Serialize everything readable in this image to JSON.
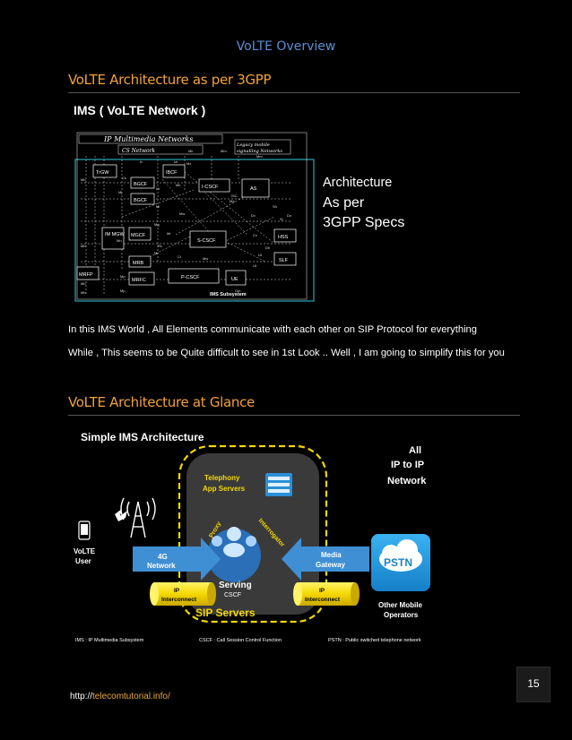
{
  "header": {
    "running_title": "VoLTE Overview"
  },
  "section1": {
    "heading": "VoLTE Architecture as per 3GPP",
    "figure": {
      "title": "IMS ( VoLTE Network )",
      "outer_label": "IP Multimedia Networks",
      "cs_label": "CS Network",
      "legacy_label_1": "Legacy mobile",
      "legacy_label_2": "signalling Networks",
      "nodes": [
        "TrGW",
        "IBCF",
        "BGCF",
        "BGCF",
        "I-CSCF",
        "AS",
        "IM MGW",
        "MGCF",
        "S-CSCF",
        "HSS",
        "SLF",
        "MRB",
        "MRFC",
        "P-CSCF",
        "UE",
        "MRFP"
      ],
      "ref_points": [
        "Mb",
        "Mb",
        "Mb",
        "Mb",
        "Mx",
        "Ix",
        "Mk",
        "Mk",
        "Mm",
        "Mm",
        "Mj",
        "Mi",
        "Mg",
        "Mw",
        "Mw",
        "Mr",
        "Mr",
        "Mp",
        "Gm",
        "Ut",
        "Sh",
        "Cx",
        "Dx",
        "Dh",
        "Rc",
        "Ma",
        "Ici",
        "Izi",
        "Cr",
        "Mn",
        "Mp",
        "Cs",
        "ISC",
        "Si",
        "Ut",
        "Dx"
      ],
      "subsystem_label": "IMS Subsystem",
      "annotation": [
        "Architecture",
        "As per",
        "3GPP Specs"
      ]
    },
    "paragraphs": [
      "In this IMS World , All Elements communicate with each other on SIP Protocol for everything",
      "While , This seems to be Quite difficult to see in 1st Look .. Well , I am going to simplify this for you"
    ]
  },
  "section2": {
    "heading": "VoLTE Architecture at Glance",
    "figure": {
      "title": "Simple IMS Architecture",
      "all_ip": [
        "All",
        "IP to IP",
        "Network"
      ],
      "app_servers": [
        "Telephony",
        "App Servers"
      ],
      "proxy": "Proxy",
      "interrogator": "Interrogator",
      "serving": "Serving",
      "cscf": "CSCF",
      "sip_servers": "SIP Servers",
      "user": [
        "VoLTE",
        "User"
      ],
      "network_4g": [
        "4G",
        "Network"
      ],
      "media_gateway": [
        "Media",
        "Gateway"
      ],
      "ip_interconnect": [
        "IP",
        "Interconnect"
      ],
      "pstn": "PSTN",
      "other_ops": [
        "Other Mobile",
        "Operators"
      ],
      "legend": [
        "IMS : IP Multimedia Subsystem",
        "CSCF : Call Session Control Function",
        "PSTN : Public switched telephone network"
      ],
      "colors": {
        "accent_yellow": "#f4d800",
        "arrow_blue": "#3f8fd4",
        "pstn_blue": "#1c9be6"
      }
    }
  },
  "footer": {
    "protocol": "http://",
    "domain": "telecomtutorial.info/",
    "page_number": "15"
  }
}
